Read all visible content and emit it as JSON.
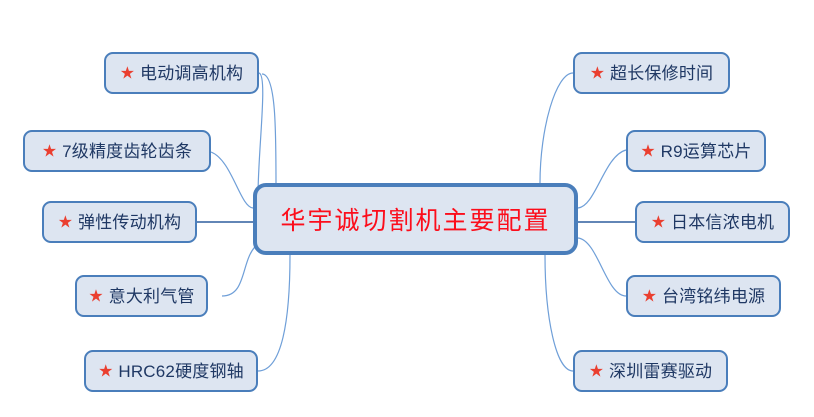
{
  "diagram": {
    "type": "mind-map",
    "background_color": "#ffffff",
    "node_fill_color": "#dde5f1",
    "node_border_color": "#4a7ebb",
    "node_text_color": "#1f3864",
    "center_text_color": "#fc0d1b",
    "bullet_color": "#ea3f30",
    "edge_color": "#4a7ebb",
    "bullet_icon": "star-icon",
    "bullet_glyph": "★"
  },
  "center": {
    "label": "华宇诚切割机主要配置"
  },
  "branches": {
    "left": [
      {
        "label": "电动调高机构"
      },
      {
        "label": "7级精度齿轮齿条"
      },
      {
        "label": "弹性传动机构"
      },
      {
        "label": "意大利气管"
      },
      {
        "label": "HRC62硬度钢轴"
      }
    ],
    "right": [
      {
        "label": "超长保修时间"
      },
      {
        "label": "R9运算芯片"
      },
      {
        "label": "日本信浓电机"
      },
      {
        "label": "台湾铭纬电源"
      },
      {
        "label": "深圳雷赛驱动"
      }
    ]
  }
}
